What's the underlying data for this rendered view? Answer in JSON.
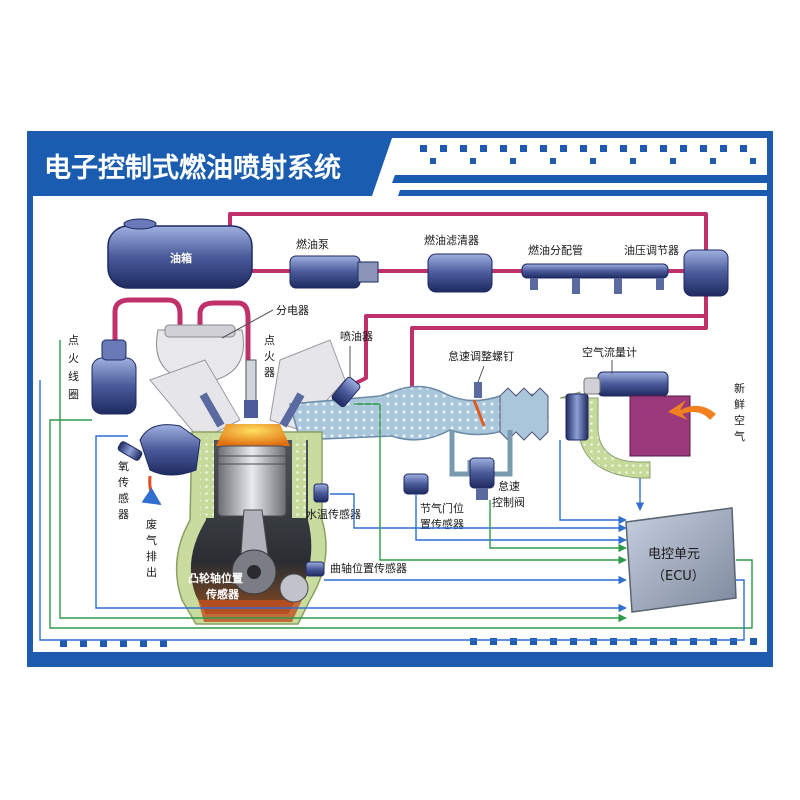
{
  "title": "电子控制式燃油喷射系统",
  "labels": {
    "fuel_tank": "油箱",
    "fuel_pump": "燃油泵",
    "fuel_filter": "燃油滤清器",
    "fuel_rail": "燃油分配管",
    "pressure_regulator": "油压调节器",
    "distributor": "分电器",
    "spark_plug": [
      "点",
      "火",
      "器"
    ],
    "injector": "喷油器",
    "ignition_coil": [
      "点",
      "火",
      "线",
      "圈"
    ],
    "idle_screw": "怠速调整螺钉",
    "air_flow_meter": "空气流量计",
    "fresh_air": [
      "新",
      "鲜",
      "空",
      "气"
    ],
    "oxygen_sensor": [
      "氧",
      "传",
      "感",
      "器"
    ],
    "exhaust": [
      "废",
      "气",
      "排",
      "出"
    ],
    "idle_valve": [
      "怠速",
      "控制阀"
    ],
    "throttle_sensor": [
      "节气门位",
      "置传感器"
    ],
    "coolant_sensor": "水温传感器",
    "camshaft_sensor": [
      "凸轮轴位置",
      "传感器"
    ],
    "crankshaft_sensor": "曲轴位置传感器",
    "ecu": [
      "电控单元",
      "（ECU）"
    ]
  },
  "colors": {
    "banner": "#1a5cb0",
    "frame": "#1e5aad",
    "fuel_line": "#c0306a",
    "signal_green": "#2e9a4a",
    "signal_blue": "#2f6fcf",
    "component_steel": "#4a5a9a",
    "intake_fill": "#a8c4d8",
    "engine_wall": "#c8dca0",
    "meter_box": "#9a3a7a",
    "piston_hot": "#f0a020"
  }
}
